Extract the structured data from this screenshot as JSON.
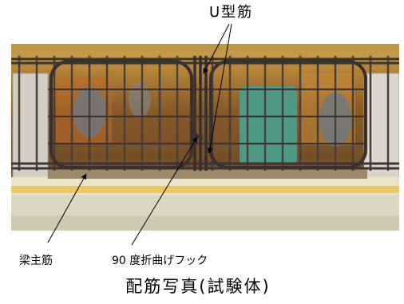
{
  "labels": {
    "u_bar": "U型筋",
    "beam_main_bar": "梁主筋",
    "hook": "90 度折曲げフック"
  },
  "caption": "配筋写真(試験体)"
}
